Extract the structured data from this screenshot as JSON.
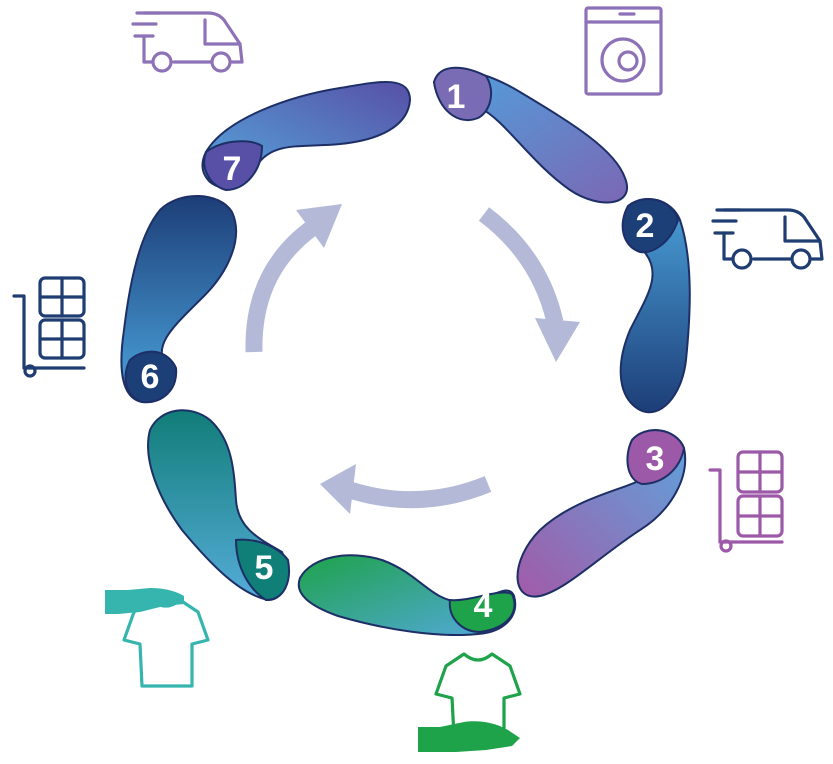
{
  "steps": [
    {
      "number": "1",
      "badge_color": "#7a6bb5",
      "icon": "washing-machine-icon"
    },
    {
      "number": "2",
      "badge_color": "#1c3f78",
      "icon": "delivery-van-icon"
    },
    {
      "number": "3",
      "badge_color": "#9b59a8",
      "icon": "laundry-cart-icon"
    },
    {
      "number": "4",
      "badge_color": "#1ea24a",
      "icon": "hand-receiving-shirt-icon"
    },
    {
      "number": "5",
      "badge_color": "#0f7f78",
      "icon": "hand-giving-shirt-icon"
    },
    {
      "number": "6",
      "badge_color": "#1c3f78",
      "icon": "laundry-cart-icon"
    },
    {
      "number": "7",
      "badge_color": "#5750a6",
      "icon": "delivery-van-icon"
    }
  ],
  "colors": {
    "purple_icon": "#8d72b8",
    "navy_icon": "#1f3d72",
    "violet_icon": "#9b59a8",
    "green_icon": "#1ea24a",
    "teal_icon": "#35b5ad",
    "cycle_arrows": "#b3b9d6"
  }
}
